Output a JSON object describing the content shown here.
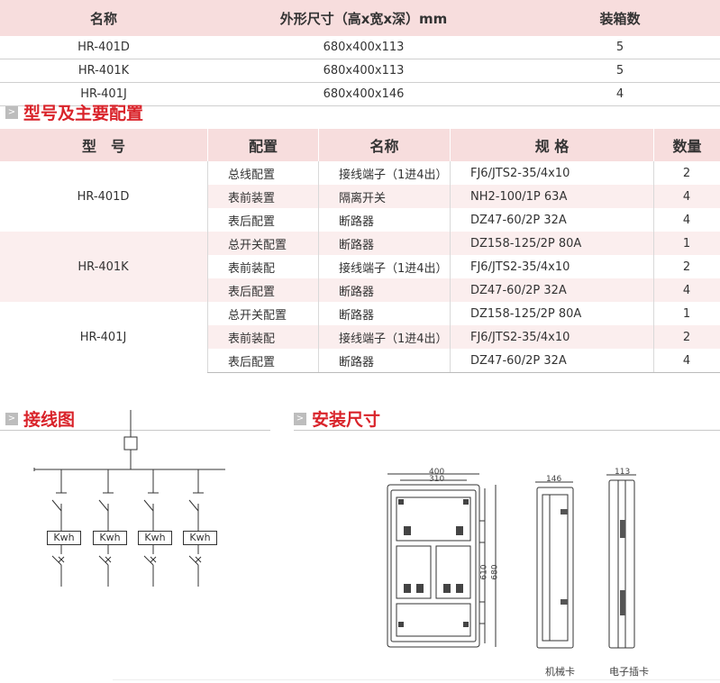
{
  "dims_table": {
    "headers": [
      "名称",
      "外形尺寸（高x宽x深）mm",
      "装箱数"
    ],
    "rows": [
      [
        "HR-401D",
        "680x400x113",
        "5"
      ],
      [
        "HR-401K",
        "680x400x113",
        "5"
      ],
      [
        "HR-401J",
        "680x400x146",
        "4"
      ]
    ]
  },
  "config_section": {
    "title": "型号及主要配置",
    "marker": ">"
  },
  "config_table": {
    "headers": [
      "型　号",
      "配置",
      "名称",
      "规 格",
      "数量"
    ],
    "groups": [
      {
        "model": "HR-401D",
        "rows": [
          [
            "总线配置",
            "接线端子（1进4出）",
            "FJ6/JTS2-35/4x10",
            "2"
          ],
          [
            "表前装置",
            "隔离开关",
            "NH2-100/1P 63A",
            "4"
          ],
          [
            "表后配置",
            "断路器",
            "DZ47-60/2P 32A",
            "4"
          ]
        ]
      },
      {
        "model": "HR-401K",
        "rows": [
          [
            "总开关配置",
            "断路器",
            "DZ158-125/2P 80A",
            "1"
          ],
          [
            "表前装配",
            "接线端子（1进4出）",
            "FJ6/JTS2-35/4x10",
            "2"
          ],
          [
            "表后配置",
            "断路器",
            "DZ47-60/2P 32A",
            "4"
          ]
        ]
      },
      {
        "model": "HR-401J",
        "rows": [
          [
            "总开关配置",
            "断路器",
            "DZ158-125/2P 80A",
            "1"
          ],
          [
            "表前装配",
            "接线端子（1进4出）",
            "FJ6/JTS2-35/4x10",
            "2"
          ],
          [
            "表后配置",
            "断路器",
            "DZ47-60/2P 32A",
            "4"
          ]
        ]
      }
    ]
  },
  "wiring_section": {
    "title": "接线图",
    "marker": ">",
    "meter_label": "Kwh"
  },
  "install_section": {
    "title": "安装尺寸",
    "marker": ">",
    "dims": {
      "w_outer": "400",
      "w_inner": "310",
      "h_inner": "610",
      "h_outer": "680",
      "depth_a": "146",
      "depth_b": "113"
    },
    "captions": [
      "机械卡",
      "电子插卡"
    ]
  }
}
